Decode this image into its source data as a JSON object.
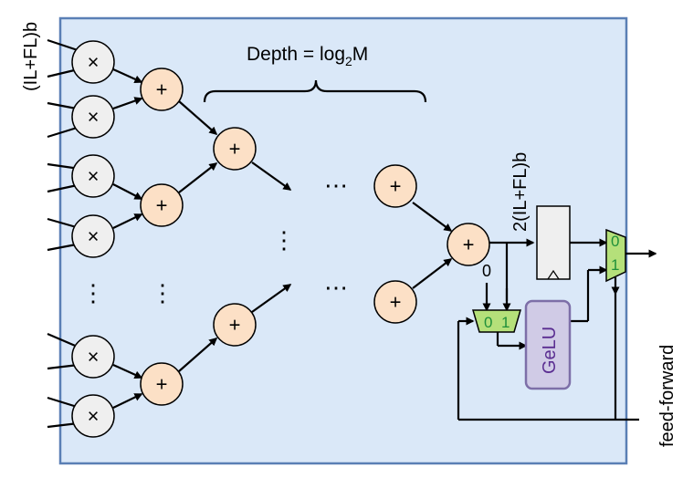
{
  "labels": {
    "input_width": "(IL+FL)b",
    "depth": "Depth = log",
    "depth_sub": "2",
    "depth_tail": "M",
    "output_width": "2(IL+FL)b",
    "mux_zero": "0",
    "feed_forward": "feed-forward"
  },
  "operators": {
    "multiply": "×",
    "add": "+",
    "ellipsis_h": "⋯",
    "ellipsis_v": "⋮"
  },
  "gelu": {
    "label": "GeLU"
  },
  "mux_left": {
    "in0": "0",
    "in1": "1"
  },
  "mux_right": {
    "in0": "0",
    "in1": "1"
  },
  "colors": {
    "panel_fill": "#dae8f8",
    "panel_stroke": "#5a7fb5",
    "adder_fill": "#fce0c6",
    "multiplier_fill": "#efefef",
    "mux_fill": "#b5e07a",
    "mux_text": "#1f8f3a",
    "gelu_fill": "#d0cbe6",
    "gelu_stroke": "#7d6fa8",
    "gelu_text": "#5a2d91"
  }
}
